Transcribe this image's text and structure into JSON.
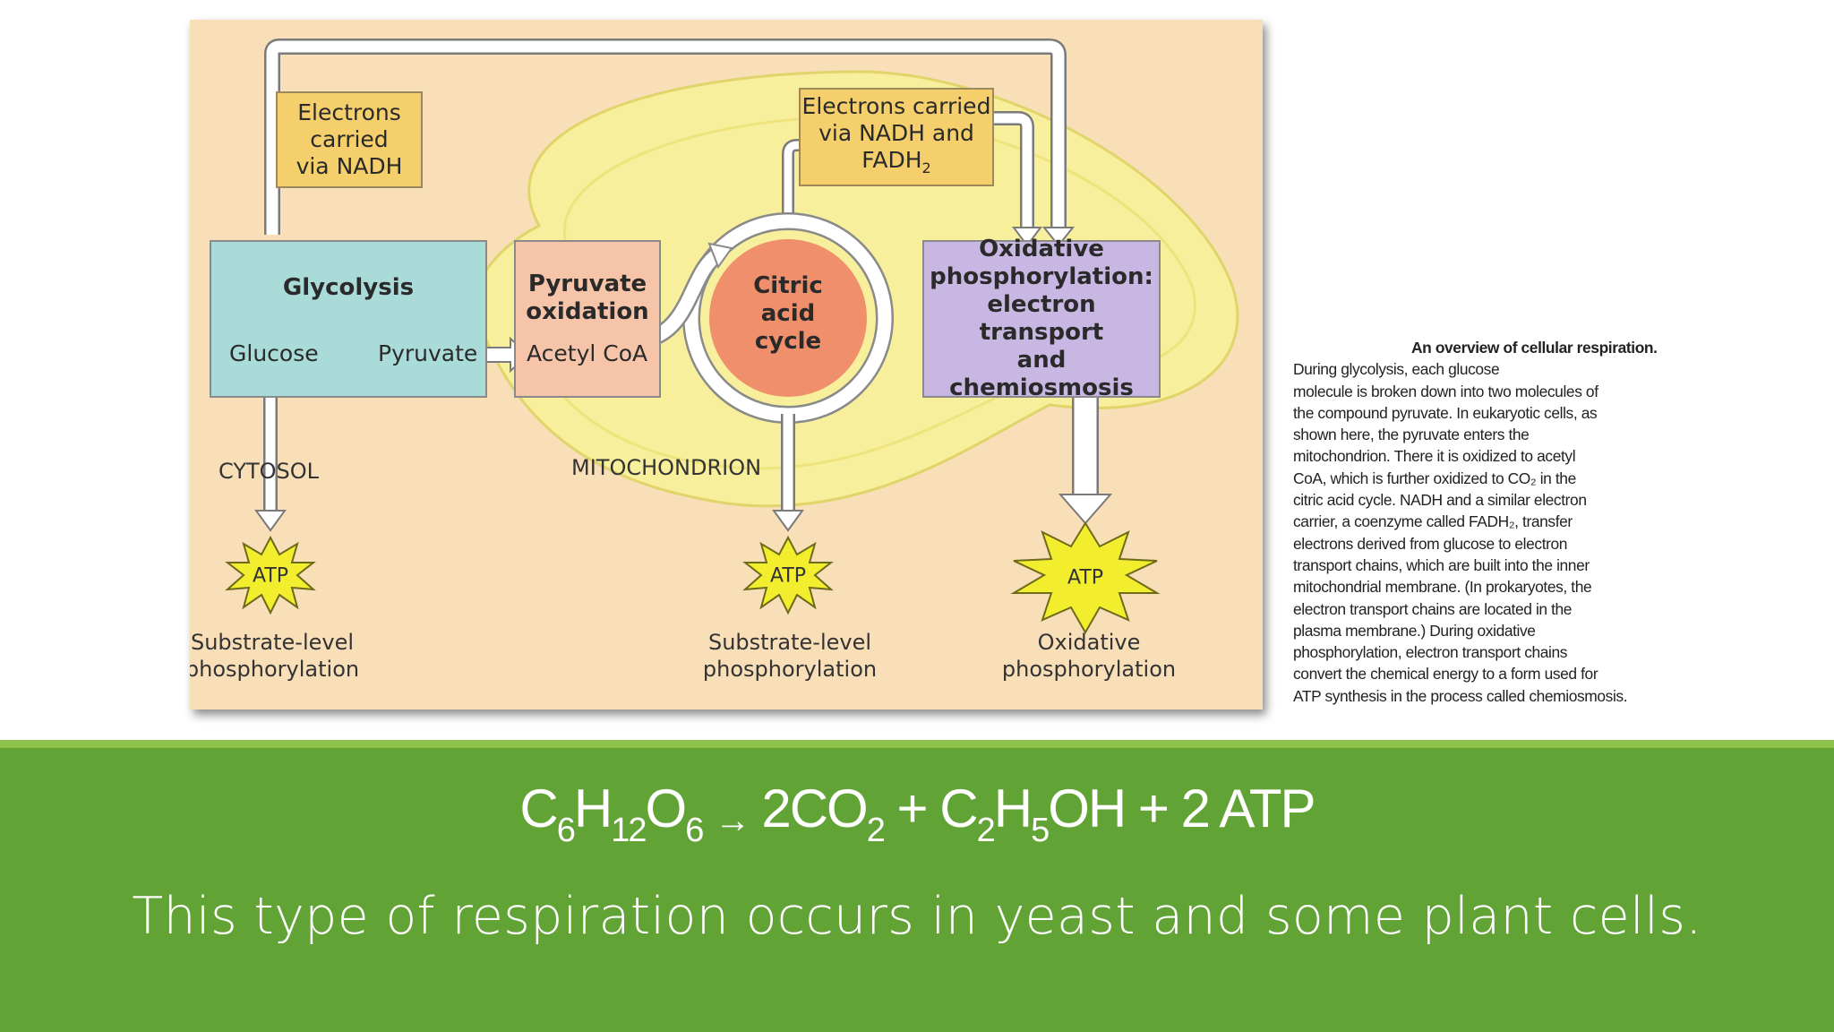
{
  "figure": {
    "electrons_nadh": [
      "Electrons",
      "carried",
      "via NADH"
    ],
    "electrons_nadh_fadh": [
      "Electrons carried",
      "via NADH and"
    ],
    "fadh_label": "FADH",
    "fadh_sub": "2",
    "glycolysis": {
      "title": "Glycolysis",
      "glucose": "Glucose",
      "pyruvate": "Pyruvate"
    },
    "pyruvate_oxidation": {
      "title": [
        "Pyruvate",
        "oxidation"
      ],
      "acetyl": "Acetyl CoA"
    },
    "citric": [
      "Citric",
      "acid",
      "cycle"
    ],
    "oxidative_box": [
      "Oxidative",
      "phosphorylation:",
      "electron transport",
      "and",
      "chemiosmosis"
    ],
    "cytosol": "CYTOSOL",
    "mitochondrion": "MITOCHONDRION",
    "atp": "ATP",
    "under1": [
      "Substrate-level",
      "phosphorylation"
    ],
    "under2": [
      "Substrate-level",
      "phosphorylation"
    ],
    "under3": [
      "Oxidative",
      "phosphorylation"
    ],
    "colors": {
      "background": "#f9dfb8",
      "mitochondrion": "#f7ef9b",
      "glycolysis": "#a9dbd8",
      "pyruvate": "#f6c4a8",
      "citric": "#ef8f6b",
      "oxidative": "#c8b7e2",
      "electrons": "#f5cf6c",
      "atp_star": "#f2ee2e"
    }
  },
  "caption": {
    "title": "An overview of cellular respiration.",
    "lines": [
      "During glycolysis, each glucose",
      "molecule is broken down into two molecules of",
      "the compound pyruvate. In eukaryotic cells, as",
      "shown here, the pyruvate enters the",
      "mitochondrion. There it is oxidized to acetyl",
      "CoA, which is further oxidized to CO₂ in the",
      "citric acid cycle. NADH and a similar electron",
      "carrier, a coenzyme called FADH₂, transfer",
      "electrons derived from glucose to electron",
      "transport chains, which are built into the inner",
      "mitochondrial membrane. (In prokaryotes, the",
      "electron transport chains are located in the",
      "plasma membrane.) During oxidative",
      "phosphorylation, electron transport chains",
      "convert the chemical energy to a form used for",
      "ATP synthesis in the process called chemiosmosis."
    ]
  },
  "equation": {
    "c": "C",
    "c_sub": "6",
    "h": "H",
    "h_sub": "12",
    "o": "O",
    "o_sub": "6",
    "arrow": "→",
    "co2": "2CO",
    "co2_sub": "2",
    "plus1": "+",
    "c2": "C",
    "c2_sub": "2",
    "h5": "H",
    "h5_sub": "5",
    "oh": "OH",
    "plus2": "+",
    "atp": "2 ATP"
  },
  "subtitle": "This type of respiration occurs in yeast and some plant cells.",
  "band_color": "#62a336"
}
